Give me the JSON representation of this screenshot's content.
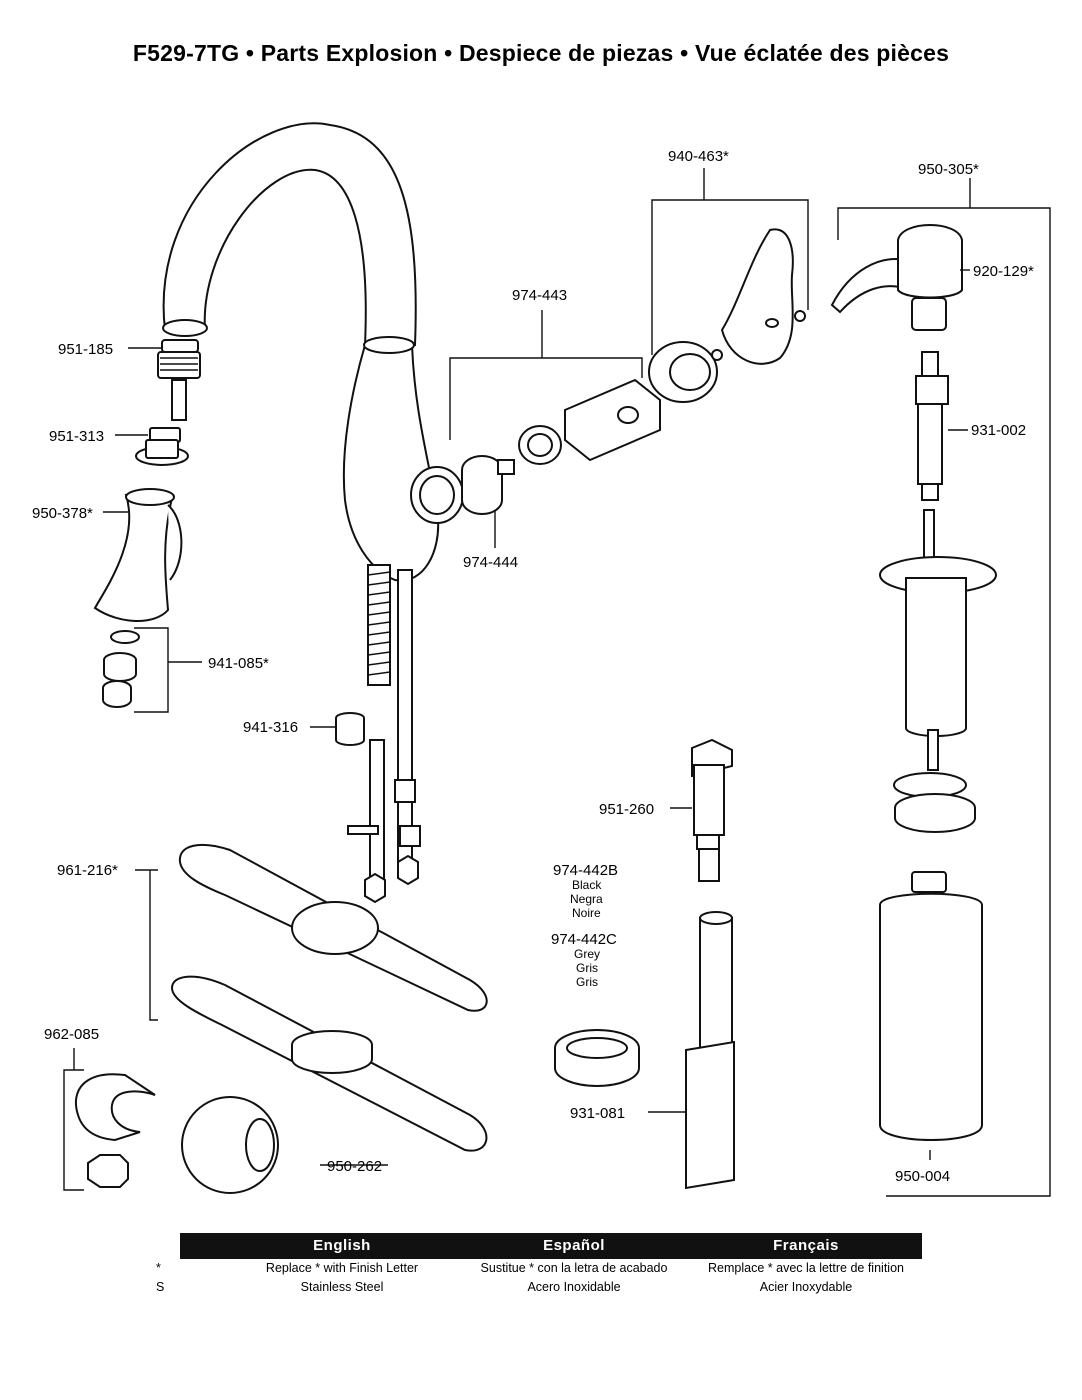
{
  "title": "F529-7TG  •  Parts Explosion  •  Despiece de piezas  •  Vue éclatée des pièces",
  "parts": {
    "p951_185": "951-185",
    "p951_313": "951-313",
    "p950_378": "950-378*",
    "p941_085": "941-085*",
    "p941_316": "941-316",
    "p961_216": "961-216*",
    "p962_085": "962-085",
    "p950_262": "950-262",
    "p974_443": "974-443",
    "p974_444": "974-444",
    "p940_463": "940-463*",
    "p950_305": "950-305*",
    "p920_129": "920-129*",
    "p931_002": "931-002",
    "p951_260": "951-260",
    "p974_442B": "974-442B",
    "p974_442B_c1": "Black",
    "p974_442B_c2": "Negra",
    "p974_442B_c3": "Noire",
    "p974_442C": "974-442C",
    "p974_442C_c1": "Grey",
    "p974_442C_c2": "Gris",
    "p974_442C_c3": "Gris",
    "p931_081": "931-081",
    "p950_004": "950-004"
  },
  "legend": {
    "headers": [
      "English",
      "Español",
      "Français"
    ],
    "rows": [
      {
        "key": "*",
        "en": "Replace * with Finish Letter",
        "es": "Sustitue * con la letra de acabado",
        "fr": "Remplace * avec la lettre de finition"
      },
      {
        "key": "S",
        "en": "Stainless Steel",
        "es": "Acero Inoxidable",
        "fr": "Acier Inoxydable"
      }
    ]
  },
  "colors": {
    "line": "#111111",
    "header_bg": "#111111",
    "header_text": "#ffffff"
  }
}
